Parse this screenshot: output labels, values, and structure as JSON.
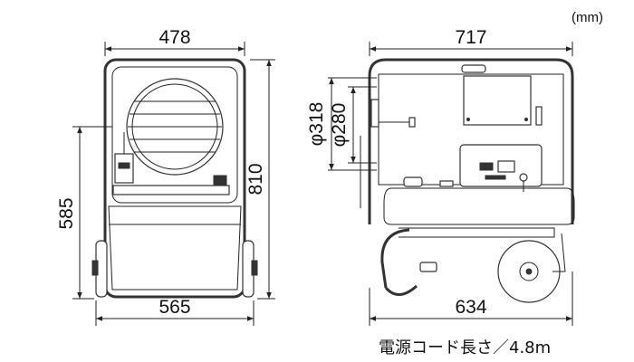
{
  "units_label": "(mm)",
  "front_view": {
    "width_top": "478",
    "height_total": "810",
    "height_body": "585",
    "width_bottom": "565"
  },
  "side_view": {
    "length_top": "717",
    "duct_outer_diameter": "φ318",
    "duct_inner_diameter": "φ280",
    "wheelbase": "634"
  },
  "cord_length": "電源コード長さ／4.8m"
}
